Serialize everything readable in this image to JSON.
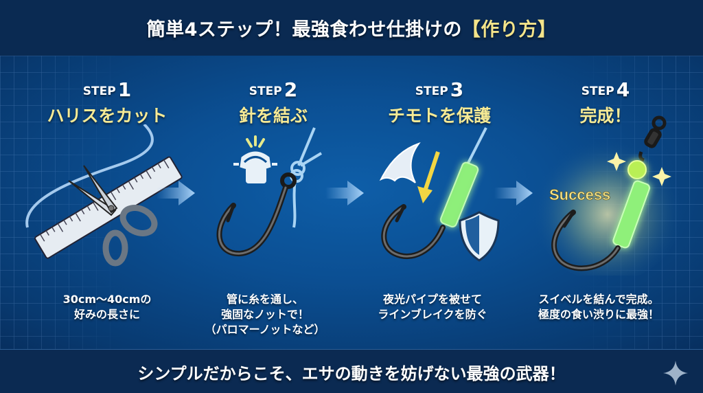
{
  "header": {
    "title_main": "簡単4ステップ！最強食わせ仕掛けの",
    "title_accent": "【作り方】"
  },
  "steps": [
    {
      "label": "STEP",
      "number": "1",
      "name": "ハリスをカット",
      "desc_lines": [
        "30cm〜40cmの",
        "好みの長さに"
      ],
      "icons": [
        "ruler-icon",
        "scissors-icon",
        "line-icon"
      ]
    },
    {
      "label": "STEP",
      "number": "2",
      "name": "針を結ぶ",
      "desc_lines": [
        "管に糸を通し、",
        "強固なノットで！",
        "（パロマーノットなど）"
      ],
      "icons": [
        "knot-hand-icon",
        "hook-icon",
        "line-knot-icon"
      ]
    },
    {
      "label": "STEP",
      "number": "3",
      "name": "チモトを保護",
      "desc_lines": [
        "夜光パイプを被せて",
        "ラインブレイクを防ぐ"
      ],
      "icons": [
        "shark-fin-icon",
        "arrow-down-left-icon",
        "glow-pipe-icon",
        "hook-icon",
        "shield-icon"
      ]
    },
    {
      "label": "STEP",
      "number": "4",
      "name": "完成！",
      "desc_lines": [
        "スイベルを結んで完成。",
        "極度の食い渋りに最強！"
      ],
      "badge": "Success",
      "icons": [
        "swivel-icon",
        "glow-bead-icon",
        "glow-pipe-icon",
        "hook-icon",
        "sparkle-icon"
      ]
    }
  ],
  "footer": {
    "text": "シンプルだからこそ、エサの動きを妨げない最強の武器！"
  },
  "colors": {
    "header_bg": "#0a2a52",
    "body_bg": "#0b4f93",
    "title_accent": "#f4e48a",
    "step_name": "#f6ea95",
    "glow_green": "#9dfc8a"
  }
}
